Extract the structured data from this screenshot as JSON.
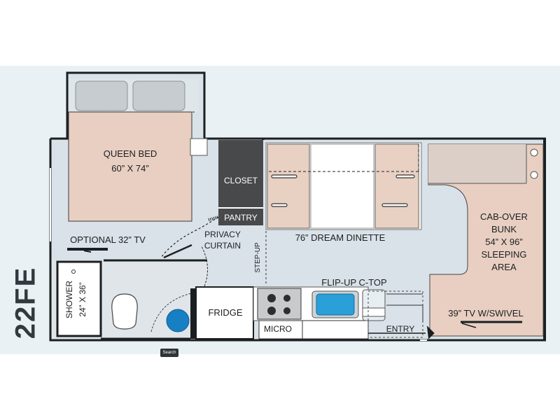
{
  "model_name": "22FE",
  "search_label": "Search",
  "colors": {
    "background": "#e9f1f4",
    "floor": "#d9e2e8",
    "wall": "#1c1f21",
    "bed": "#e8cfc2",
    "pillow": "#c7ccd0",
    "cabinet": "#47494b",
    "bunk_header": "#dccfc7",
    "sink_water": "#2a9fd8",
    "toilet_ball": "#1780c4",
    "sofa": "#e8d0c2"
  },
  "labels": {
    "queen_bed": "QUEEN BED",
    "queen_bed_size": "60” X 74”",
    "closet": "CLOSET",
    "pantry": "PANTRY",
    "privacy": "PRIVACY",
    "curtain": "CURTAIN",
    "optional_tv": "OPTIONAL 32” TV",
    "dinette": "76” DREAM DINETTE",
    "step_up": "STEP-UP",
    "cab_over": "CAB-OVER",
    "bunk": "BUNK",
    "bunk_size": "54” X 96”",
    "sleeping": "SLEEPING",
    "area": "AREA",
    "flip_up": "FLIP-UP C-TOP",
    "fridge": "FRIDGE",
    "micro": "MICRO",
    "entry": "ENTRY",
    "tv_swivel": "39” TV W/SWIVEL",
    "shower": "SHOWER",
    "shower_size": "24” X 36”"
  }
}
